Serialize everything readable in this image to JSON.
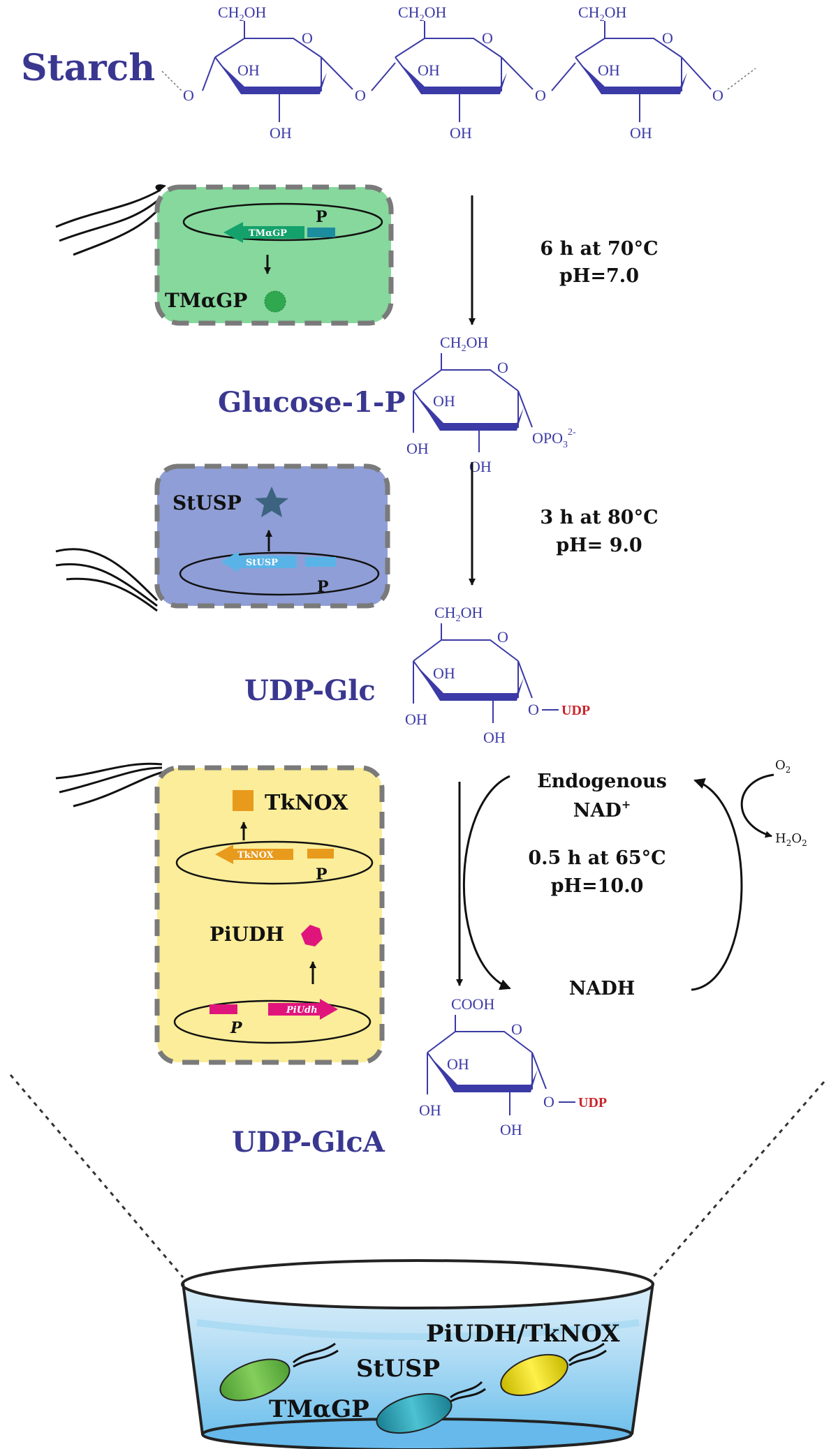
{
  "colors": {
    "label_purple": "#3a3791",
    "ring_blue": "#3b3aa6",
    "udp_red": "#c8262e",
    "cell1_fill": "#86d89c",
    "cell2_fill": "#8f9ed6",
    "cell3_fill": "#fbed99",
    "tmagp_gene": "#14a16b",
    "tmagp_enzyme": "#2fa84f",
    "promoter1": "#1b8d9e",
    "stusp_gene": "#5ab3e6",
    "stusp_enzyme": "#3c6380",
    "tknox_color": "#e89a1c",
    "piudh_color": "#e0157c",
    "bacterium_green": "#6bc04b",
    "bacterium_teal": "#30a5b7",
    "bacterium_yellow": "#efe11c",
    "dashed_border": "#7a7a7a"
  },
  "compounds": {
    "starch": "Starch",
    "g1p": "Glucose-1-P",
    "udpglc": "UDP-Glc",
    "udpglca": "UDP-GlcA"
  },
  "chem": {
    "ch2oh_main": "CH",
    "ch2oh_sub": "2",
    "ch2oh_end": "OH",
    "ring_o": "O",
    "oh": "OH",
    "opo3_main": "OPO",
    "opo3_sub": "3",
    "opo3_sup": "2-",
    "o_dash": "O",
    "udp": "UDP",
    "cooh": "COOH"
  },
  "steps": {
    "s1_line1": "6 h at 70°C",
    "s1_line2": "pH=7.0",
    "s2_line1": "3 h at 80°C",
    "s2_line2": "pH= 9.0",
    "s3_line1": "0.5 h at 65°C",
    "s3_line2": "pH=10.0"
  },
  "cofactor": {
    "endogenous": "Endogenous",
    "nad_main": "NAD",
    "nad_sup": "+",
    "nadh": "NADH",
    "o2_main": "O",
    "o2_sub": "2",
    "h2o2_h": "H",
    "h2o2_sub1": "2",
    "h2o2_o": "O",
    "h2o2_sub2": "2"
  },
  "cells": {
    "c1_gene": "TMαGP",
    "c1_promoter": "P",
    "c1_enzyme": "TMαGP",
    "c2_gene": "StUSP",
    "c2_promoter": "P",
    "c2_enzyme": "StUSP",
    "c3_gene_a": "TkNOX",
    "c3_promoter_a": "P",
    "c3_enzyme_a": "TkNOX",
    "c3_gene_b": "PiUdh",
    "c3_promoter_b": "P",
    "c3_enzyme_b": "PiUDH"
  },
  "vessel": {
    "tmagp": "TMαGP",
    "stusp": "StUSP",
    "piudh_tknox": "PiUDH/TkNOX"
  }
}
